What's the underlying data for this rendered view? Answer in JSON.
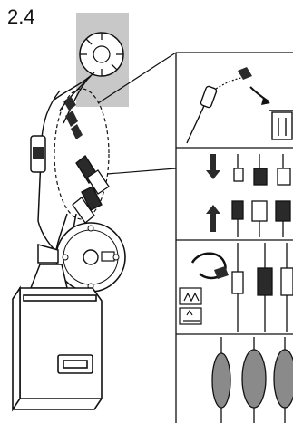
{
  "step": {
    "label": "2.4"
  },
  "figure": {
    "panels": [
      "cap-removal-with-trash-bin-icon",
      "connector-joining-with-arrows",
      "cable-tie-with-weather-icons",
      "heat-shrink-tubing"
    ],
    "colors": {
      "line": "#111111",
      "wall_shade": "#c8c8c8",
      "connector_dark": "#2a2a2a",
      "tube_gray": "#8a8a8a"
    }
  }
}
